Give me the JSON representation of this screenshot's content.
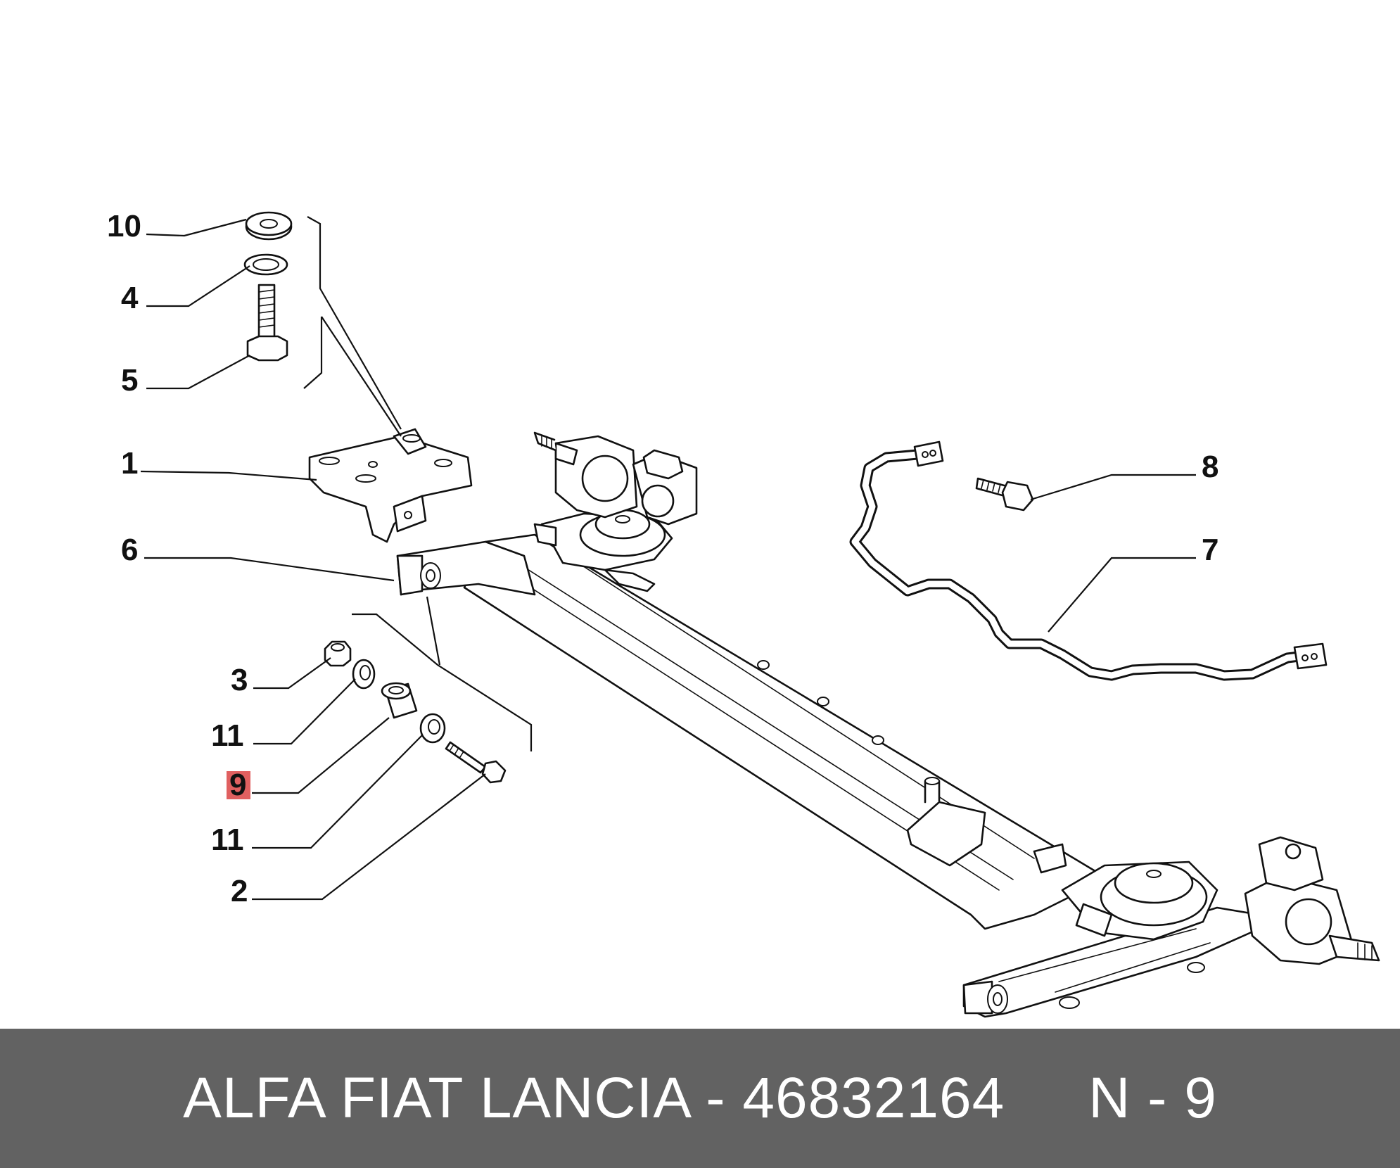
{
  "callouts": {
    "c10": "10",
    "c4": "4",
    "c5": "5",
    "c1": "1",
    "c6": "6",
    "c3": "3",
    "c11a": "11",
    "c9": "9",
    "c11b": "11",
    "c2": "2",
    "c8": "8",
    "c7": "7"
  },
  "highlight": {
    "part": "9",
    "color": "#e06060"
  },
  "footer": {
    "brand": "ALFA FIAT LANCIA",
    "separator": " - ",
    "part_number": "46832164",
    "position": "N - 9",
    "background": "#626262",
    "text_color": "#ffffff"
  }
}
